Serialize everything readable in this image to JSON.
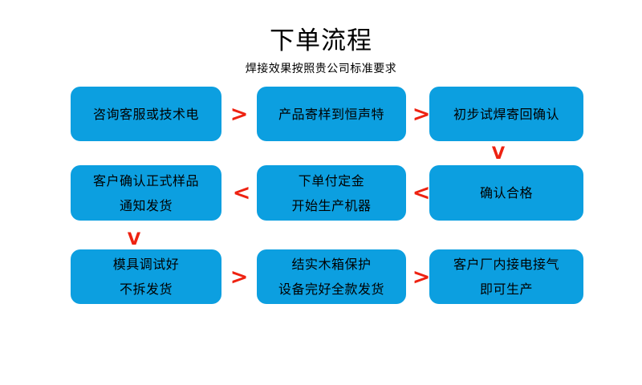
{
  "header": {
    "title": "下单流程",
    "subtitle": "焊接效果按照贵公司标准要求"
  },
  "colors": {
    "node_fill": "#0c9fe0",
    "arrow": "#ee2211",
    "background": "#ffffff",
    "text": "#000000"
  },
  "chart_data": {
    "type": "diagram",
    "title": "下单流程",
    "subtitle": "焊接效果按照贵公司标准要求",
    "layout": "3x3-grid-snake",
    "nodes": [
      {
        "id": "n1",
        "row": 1,
        "col": 1,
        "lines": [
          "咨询客服或技术电"
        ]
      },
      {
        "id": "n2",
        "row": 1,
        "col": 2,
        "lines": [
          "产品寄样到恒声特"
        ]
      },
      {
        "id": "n3",
        "row": 1,
        "col": 3,
        "lines": [
          "初步试焊寄回确认"
        ]
      },
      {
        "id": "n4",
        "row": 2,
        "col": 3,
        "lines": [
          "确认合格"
        ]
      },
      {
        "id": "n5",
        "row": 2,
        "col": 2,
        "lines": [
          "下单付定金",
          "开始生产机器"
        ]
      },
      {
        "id": "n6",
        "row": 2,
        "col": 1,
        "lines": [
          "客户确认正式样品",
          "通知发货"
        ]
      },
      {
        "id": "n7",
        "row": 3,
        "col": 1,
        "lines": [
          "模具调试好",
          "不拆发货"
        ]
      },
      {
        "id": "n8",
        "row": 3,
        "col": 2,
        "lines": [
          "结实木箱保护",
          "设备完好全款发货"
        ]
      },
      {
        "id": "n9",
        "row": 3,
        "col": 3,
        "lines": [
          "客户厂内接电接气",
          "即可生产"
        ]
      }
    ],
    "connectors": [
      {
        "id": "c1",
        "from": "n1",
        "to": "n2",
        "glyph": ">",
        "direction": "right"
      },
      {
        "id": "c2",
        "from": "n2",
        "to": "n3",
        "glyph": ">",
        "direction": "right"
      },
      {
        "id": "c3",
        "from": "n3",
        "to": "n4",
        "glyph": "V",
        "direction": "down"
      },
      {
        "id": "c4",
        "from": "n4",
        "to": "n5",
        "glyph": "<",
        "direction": "left"
      },
      {
        "id": "c5",
        "from": "n5",
        "to": "n6",
        "glyph": "<",
        "direction": "left"
      },
      {
        "id": "c6",
        "from": "n6",
        "to": "n7",
        "glyph": "V",
        "direction": "down"
      },
      {
        "id": "c7",
        "from": "n7",
        "to": "n8",
        "glyph": ">",
        "direction": "right"
      },
      {
        "id": "c8",
        "from": "n8",
        "to": "n9",
        "glyph": ">",
        "direction": "right"
      }
    ]
  }
}
